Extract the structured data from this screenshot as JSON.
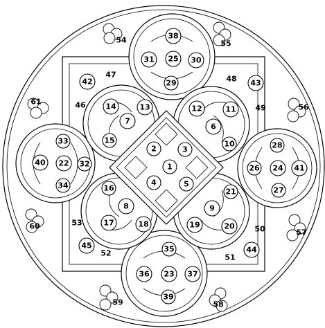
{
  "labels": {
    "n1": "1",
    "n2": "2",
    "n3": "3",
    "n4": "4",
    "n5": "5",
    "n6": "6",
    "n7": "7",
    "n8": "8",
    "n9": "9",
    "n10": "10",
    "n11": "11",
    "n12": "12",
    "n13": "13",
    "n14": "14",
    "n15": "15",
    "n16": "16",
    "n17": "17",
    "n18": "18",
    "n19": "19",
    "n20": "20",
    "n21": "21",
    "n22": "22",
    "n23": "23",
    "n24": "24",
    "n25": "25",
    "n26": "26",
    "n27": "27",
    "n28": "28",
    "n29": "29",
    "n30": "30",
    "n31": "31",
    "n32": "32",
    "n33": "33",
    "n34": "34",
    "n35": "35",
    "n36": "36",
    "n37": "37",
    "n38": "38",
    "n39": "39",
    "n40": "40",
    "n41": "41",
    "n42": "42",
    "n43": "43",
    "n44": "44",
    "n45": "45",
    "n46": "46",
    "n47": "47",
    "n48": "48",
    "n49": "49",
    "n50": "50",
    "n51": "51",
    "n52": "52",
    "n53": "53",
    "n54": "54",
    "n55": "55",
    "n56": "56",
    "n57": "57",
    "n58": "58",
    "n59": "59",
    "n60": "60",
    "n61": "61"
  }
}
